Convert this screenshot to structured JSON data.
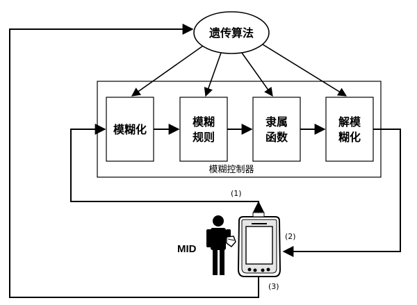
{
  "diagram": {
    "ga_node": "遗传算法",
    "controller_label": "模糊控制器",
    "blocks": [
      {
        "lines": [
          "模糊化"
        ]
      },
      {
        "lines": [
          "模糊",
          "规则"
        ]
      },
      {
        "lines": [
          "隶属",
          "函数"
        ]
      },
      {
        "lines": [
          "解模",
          "糊化"
        ]
      }
    ],
    "signal_labels": {
      "one": "(1)",
      "two": "(2)",
      "three": "(3)"
    },
    "device_label": "MID"
  }
}
